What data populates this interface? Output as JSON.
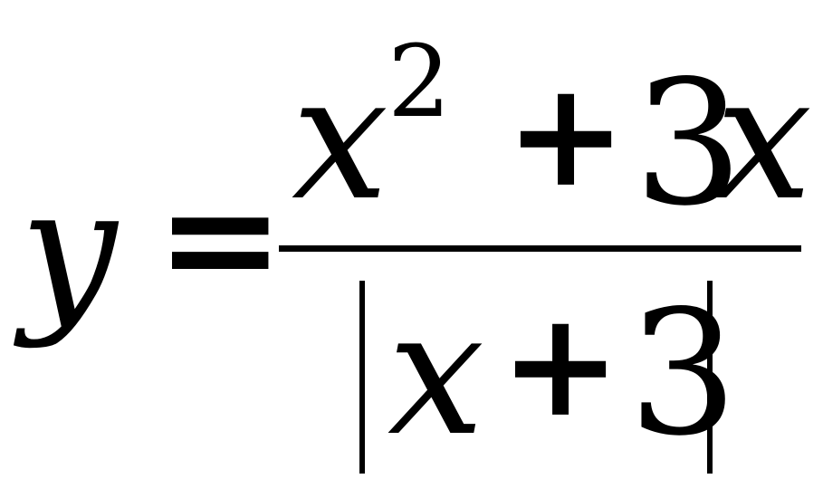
{
  "equation": {
    "lhs": {
      "variable": "y",
      "equals": "="
    },
    "numerator": {
      "term1": "x",
      "exponent": "2",
      "plus": "+",
      "coefficient": "3",
      "term2": "x"
    },
    "denominator": {
      "variable": "x",
      "plus": "+",
      "constant": "3"
    },
    "color": "#000000"
  }
}
